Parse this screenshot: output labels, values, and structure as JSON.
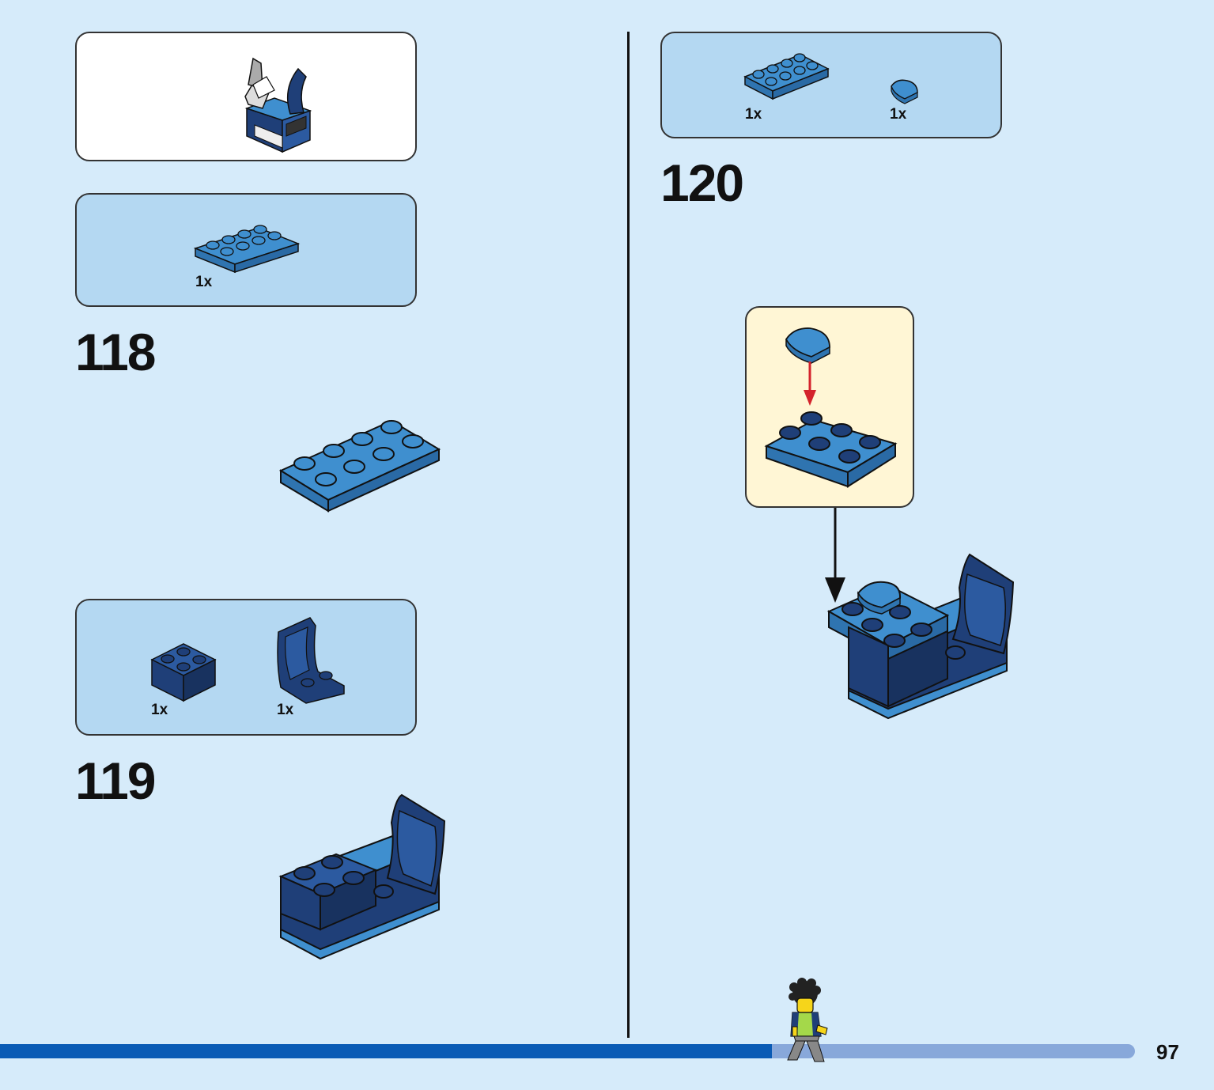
{
  "page": {
    "number": "97",
    "progress": 0.68
  },
  "colors": {
    "background": "#d6ebfa",
    "parts_panel": "#b4d8f2",
    "callout_panel": "#fff6d5",
    "medium_azure": "#3f8fcf",
    "dark_blue": "#1f3f78",
    "arrow_red": "#d4232c",
    "progress_fill": "#0a5bb5",
    "progress_track": "#88a8da"
  },
  "steps": [
    {
      "number": "118",
      "parts": [
        {
          "name": "plate-2x4-medium-azure",
          "qty": "1x"
        }
      ]
    },
    {
      "number": "119",
      "parts": [
        {
          "name": "brick-2x2-dark-blue",
          "qty": "1x"
        },
        {
          "name": "seat-dark-blue",
          "qty": "1x"
        }
      ]
    },
    {
      "number": "120",
      "parts": [
        {
          "name": "plate-2x4-medium-azure",
          "qty": "1x"
        },
        {
          "name": "tile-round-quarter-medium-azure",
          "qty": "1x"
        }
      ]
    }
  ]
}
